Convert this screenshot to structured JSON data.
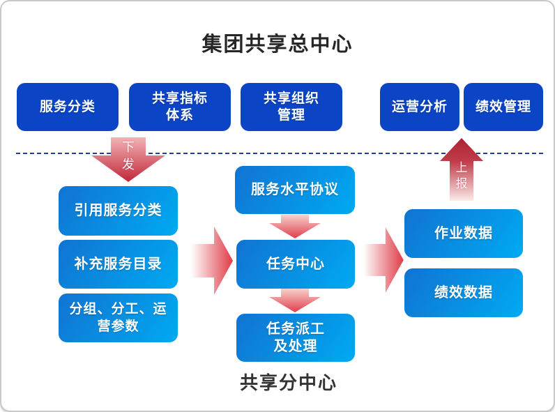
{
  "title": "集团共享总中心",
  "branch_title": "共享分中心",
  "hq_boxes": [
    {
      "label": "服务分类"
    },
    {
      "label": "共享指标\n体系"
    },
    {
      "label": "共享组织\n管理"
    },
    {
      "label": "运营分析"
    },
    {
      "label": "绩效管理"
    }
  ],
  "flow_labels": {
    "dispatch": "下\n发",
    "report": "上\n报"
  },
  "branch": {
    "left": [
      {
        "label": "引用服务分类"
      },
      {
        "label": "补充服务目录"
      },
      {
        "label": "分组、分工、运\n营参数"
      }
    ],
    "center": [
      {
        "label": "服务水平协议"
      },
      {
        "label": "任务中心"
      },
      {
        "label": "任务派工\n及处理"
      }
    ],
    "right": [
      {
        "label": "作业数据"
      },
      {
        "label": "绩效数据"
      }
    ]
  },
  "colors": {
    "hq_box_blue": "#0b44c5",
    "branch_box_gradient_start": "#1173d2",
    "branch_box_gradient_end": "#00aaf2",
    "arrow_red": "#c22738",
    "divider_dashed_blue": "#1b3f96"
  }
}
